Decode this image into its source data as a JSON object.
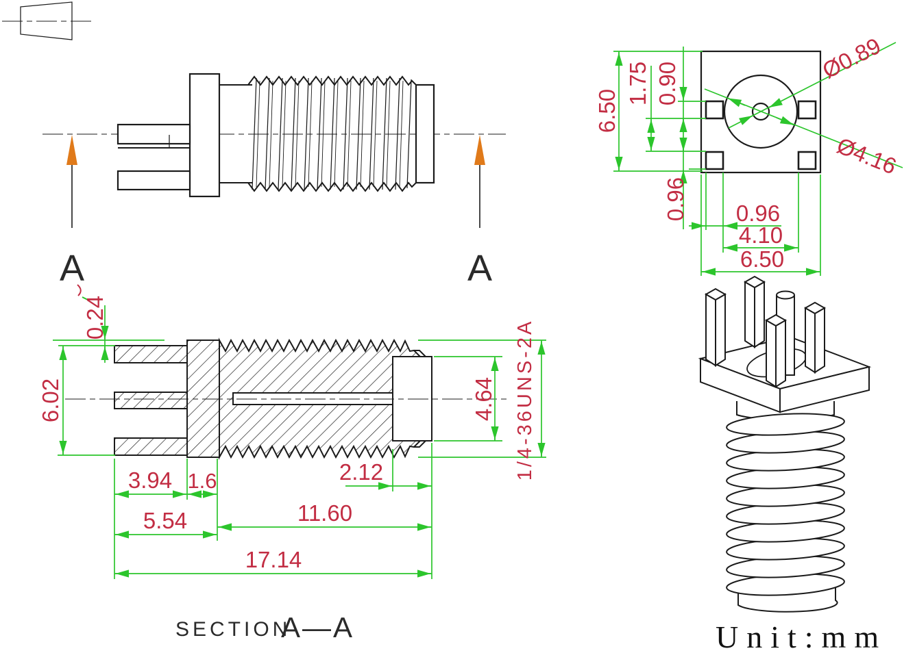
{
  "drawing": {
    "unit_label": "Unit:mm",
    "section_title_prefix": "SECTION",
    "section_title_name": "A—A",
    "cut_label_left": "A",
    "cut_label_right": "A"
  },
  "front_view": {
    "overall_height": "6.50",
    "pin_row_gap": "1.75",
    "upper_pin_height": "0.90",
    "lower_pin_height": "0.96",
    "pin_width": "0.96",
    "pin_spacing": "4.10",
    "overall_width": "6.50",
    "center_pin_diameter": "Ø0.89",
    "body_diameter": "Ø4.16"
  },
  "section_view": {
    "leg_step": "0.24",
    "leg_span": "6.02",
    "bore_diameter": "4.64",
    "thread_spec": "1/4-36UNS-2A",
    "leg_length": "3.94",
    "flange_thickness": "1.6",
    "front_length": "5.54",
    "tip_length": "2.12",
    "thread_length": "11.60",
    "total_length": "17.14"
  },
  "colors": {
    "dimension_text": "#c22d43",
    "dimension_line": "#2cc52c",
    "outline": "#1b1b1b",
    "section_arrow": "#e07a1a"
  }
}
